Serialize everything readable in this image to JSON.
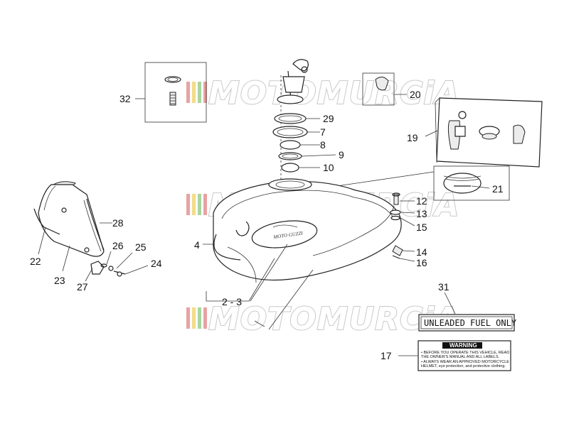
{
  "labels": {
    "l32": "32",
    "l20": "20",
    "l29": "29",
    "l7": "7",
    "l8": "8",
    "l9": "9",
    "l10": "10",
    "l19": "19",
    "l21": "21",
    "l12": "12",
    "l13": "13",
    "l15": "15",
    "l14": "14",
    "l16": "16",
    "l4": "4",
    "l2_3": "2 - 3",
    "l28": "28",
    "l22": "22",
    "l23": "23",
    "l26": "26",
    "l25": "25",
    "l24": "24",
    "l27": "27",
    "l31": "31",
    "l17": "17"
  },
  "fuel_decal": {
    "text": "UNLEADED FUEL ONLY"
  },
  "warning_decal": {
    "title": "WARNING",
    "lines": [
      "• BEFORE YOU OPERATE THIS VEHICLE, READ",
      "  THE OWNER'S MANUAL AND ALL LABELS.",
      "• ALWAYS WEAR AN APPROVED MOTORCYCLE",
      "  HELMET, eye protection, and protective clothing."
    ]
  },
  "tank_logo": {
    "text": "MOTO GUZZI"
  },
  "watermark": {
    "text": "MOTOMURCiA"
  },
  "colors": {
    "watermark_stripe_1": "#e8a2a2",
    "watermark_stripe_2": "#f2dc8a",
    "watermark_stripe_3": "#a8d6a0",
    "warning_bg": "#111111"
  }
}
